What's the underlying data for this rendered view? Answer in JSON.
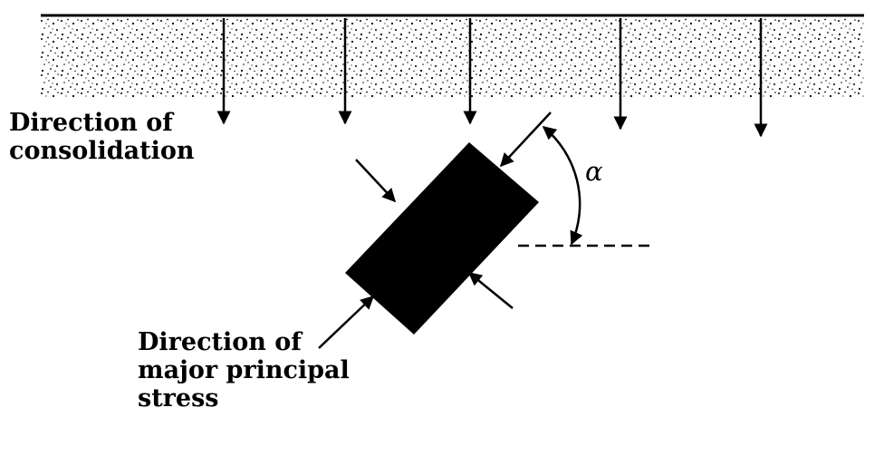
{
  "labels": {
    "consolidation_line1": "Direction of",
    "consolidation_line2": "consolidation",
    "stress_line1": "Direction of",
    "stress_line2": "major principal",
    "stress_line3": "stress",
    "angle_symbol": "α"
  }
}
